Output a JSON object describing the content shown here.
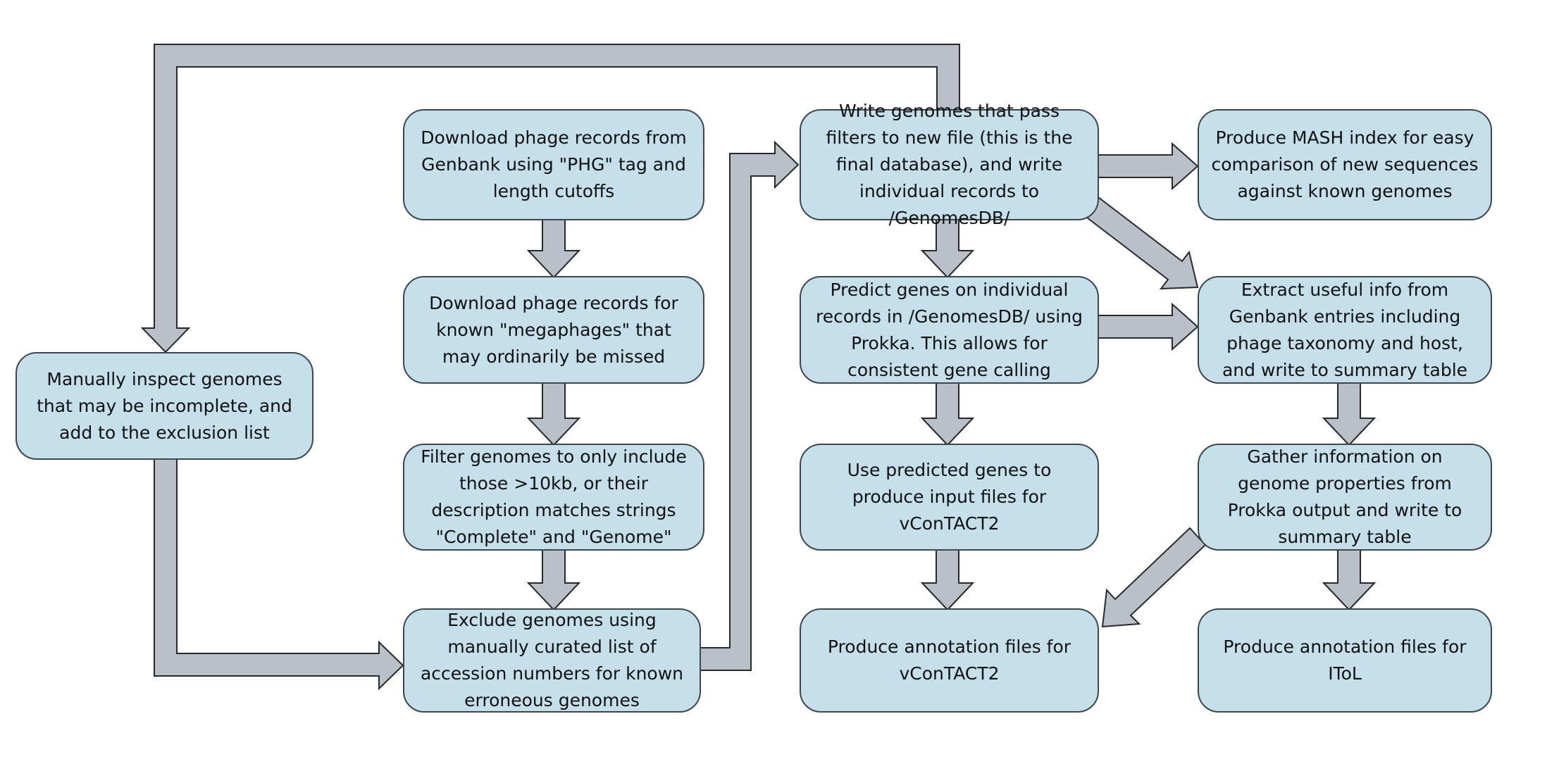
{
  "colors": {
    "background": "#ffffff",
    "box_fill": "#c5e0ea",
    "box_border": "#3c474d",
    "arrow_fill": "#b9c0c7",
    "arrow_border": "#26292e",
    "text_color": "#111111"
  },
  "nodes": {
    "manually_inspect": {
      "label": "Manually inspect genomes that may be incomplete, and add to the exclusion list"
    },
    "download_phg": {
      "label": "Download phage records from Genbank using \"PHG\" tag and length cutoffs"
    },
    "download_megaphages": {
      "label": "Download phage records for known \"megaphages\" that may ordinarily be missed"
    },
    "filter_genomes": {
      "label": "Filter genomes to only include those >10kb, or their description matches strings \"Complete\" and \"Genome\""
    },
    "exclude_genomes": {
      "label": "Exclude genomes using manually curated list of accession numbers for known erroneous genomes"
    },
    "write_genomes": {
      "label": "Write genomes that pass filters to new file (this is the final database), and write individual records to /GenomesDB/"
    },
    "predict_genes": {
      "label": "Predict genes on individual records in /GenomesDB/ using Prokka. This allows for consistent gene calling"
    },
    "use_predicted": {
      "label": "Use predicted genes to produce input files for vConTACT2"
    },
    "produce_vcontact2": {
      "label": "Produce annotation files for vConTACT2"
    },
    "mash_index": {
      "label": "Produce MASH index for easy comparison of new sequences against known genomes"
    },
    "extract_info": {
      "label": "Extract useful info from Genbank entries including phage taxonomy and host, and write to summary table"
    },
    "gather_info": {
      "label": "Gather information on genome properties from Prokka output and write to summary table"
    },
    "produce_itol": {
      "label": "Produce annotation files for IToL"
    }
  },
  "edges": [
    {
      "from": "download_phg",
      "to": "download_megaphages"
    },
    {
      "from": "download_megaphages",
      "to": "filter_genomes"
    },
    {
      "from": "filter_genomes",
      "to": "exclude_genomes"
    },
    {
      "from": "exclude_genomes",
      "to": "write_genomes"
    },
    {
      "from": "write_genomes",
      "to": "manually_inspect"
    },
    {
      "from": "manually_inspect",
      "to": "exclude_genomes"
    },
    {
      "from": "write_genomes",
      "to": "mash_index"
    },
    {
      "from": "write_genomes",
      "to": "predict_genes"
    },
    {
      "from": "write_genomes",
      "to": "extract_info"
    },
    {
      "from": "predict_genes",
      "to": "extract_info"
    },
    {
      "from": "predict_genes",
      "to": "use_predicted"
    },
    {
      "from": "use_predicted",
      "to": "produce_vcontact2"
    },
    {
      "from": "extract_info",
      "to": "gather_info"
    },
    {
      "from": "gather_info",
      "to": "produce_itol"
    },
    {
      "from": "gather_info",
      "to": "produce_vcontact2"
    }
  ]
}
